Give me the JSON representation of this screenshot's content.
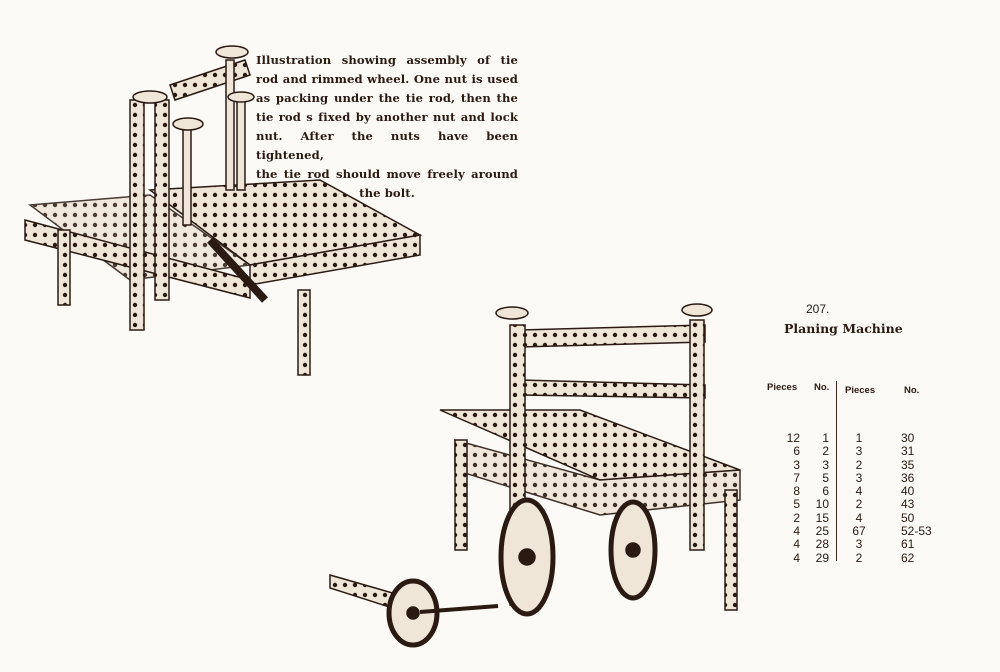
{
  "caption": {
    "lines": [
      "Illustration showing assembly of tie",
      "rod and rimmed wheel. One nut is used",
      "as packing under the tie rod, then the",
      "tie rod  s fixed by another nut and lock",
      "nut. After the nuts have been tightened,",
      "the tie rod should move freely around",
      "the bolt."
    ]
  },
  "model": {
    "number": "207.",
    "title": "Planing Machine"
  },
  "parts_table": {
    "headers": [
      "Pieces",
      "No.",
      "Pieces",
      "No."
    ],
    "left": {
      "pieces": [
        "12",
        "6",
        "3",
        "7",
        "8",
        "5",
        "2",
        "4",
        "4",
        "4"
      ],
      "no": [
        "1",
        "2",
        "3",
        "5",
        "6",
        "10",
        "15",
        "25",
        "28",
        "29"
      ]
    },
    "right": {
      "pieces": [
        "1",
        "3",
        "2",
        "3",
        "4",
        "2",
        "4",
        "67",
        "3",
        "2"
      ],
      "no": [
        "30",
        "31",
        "35",
        "36",
        "40",
        "43",
        "50",
        "52-53",
        "61",
        "62"
      ]
    }
  }
}
